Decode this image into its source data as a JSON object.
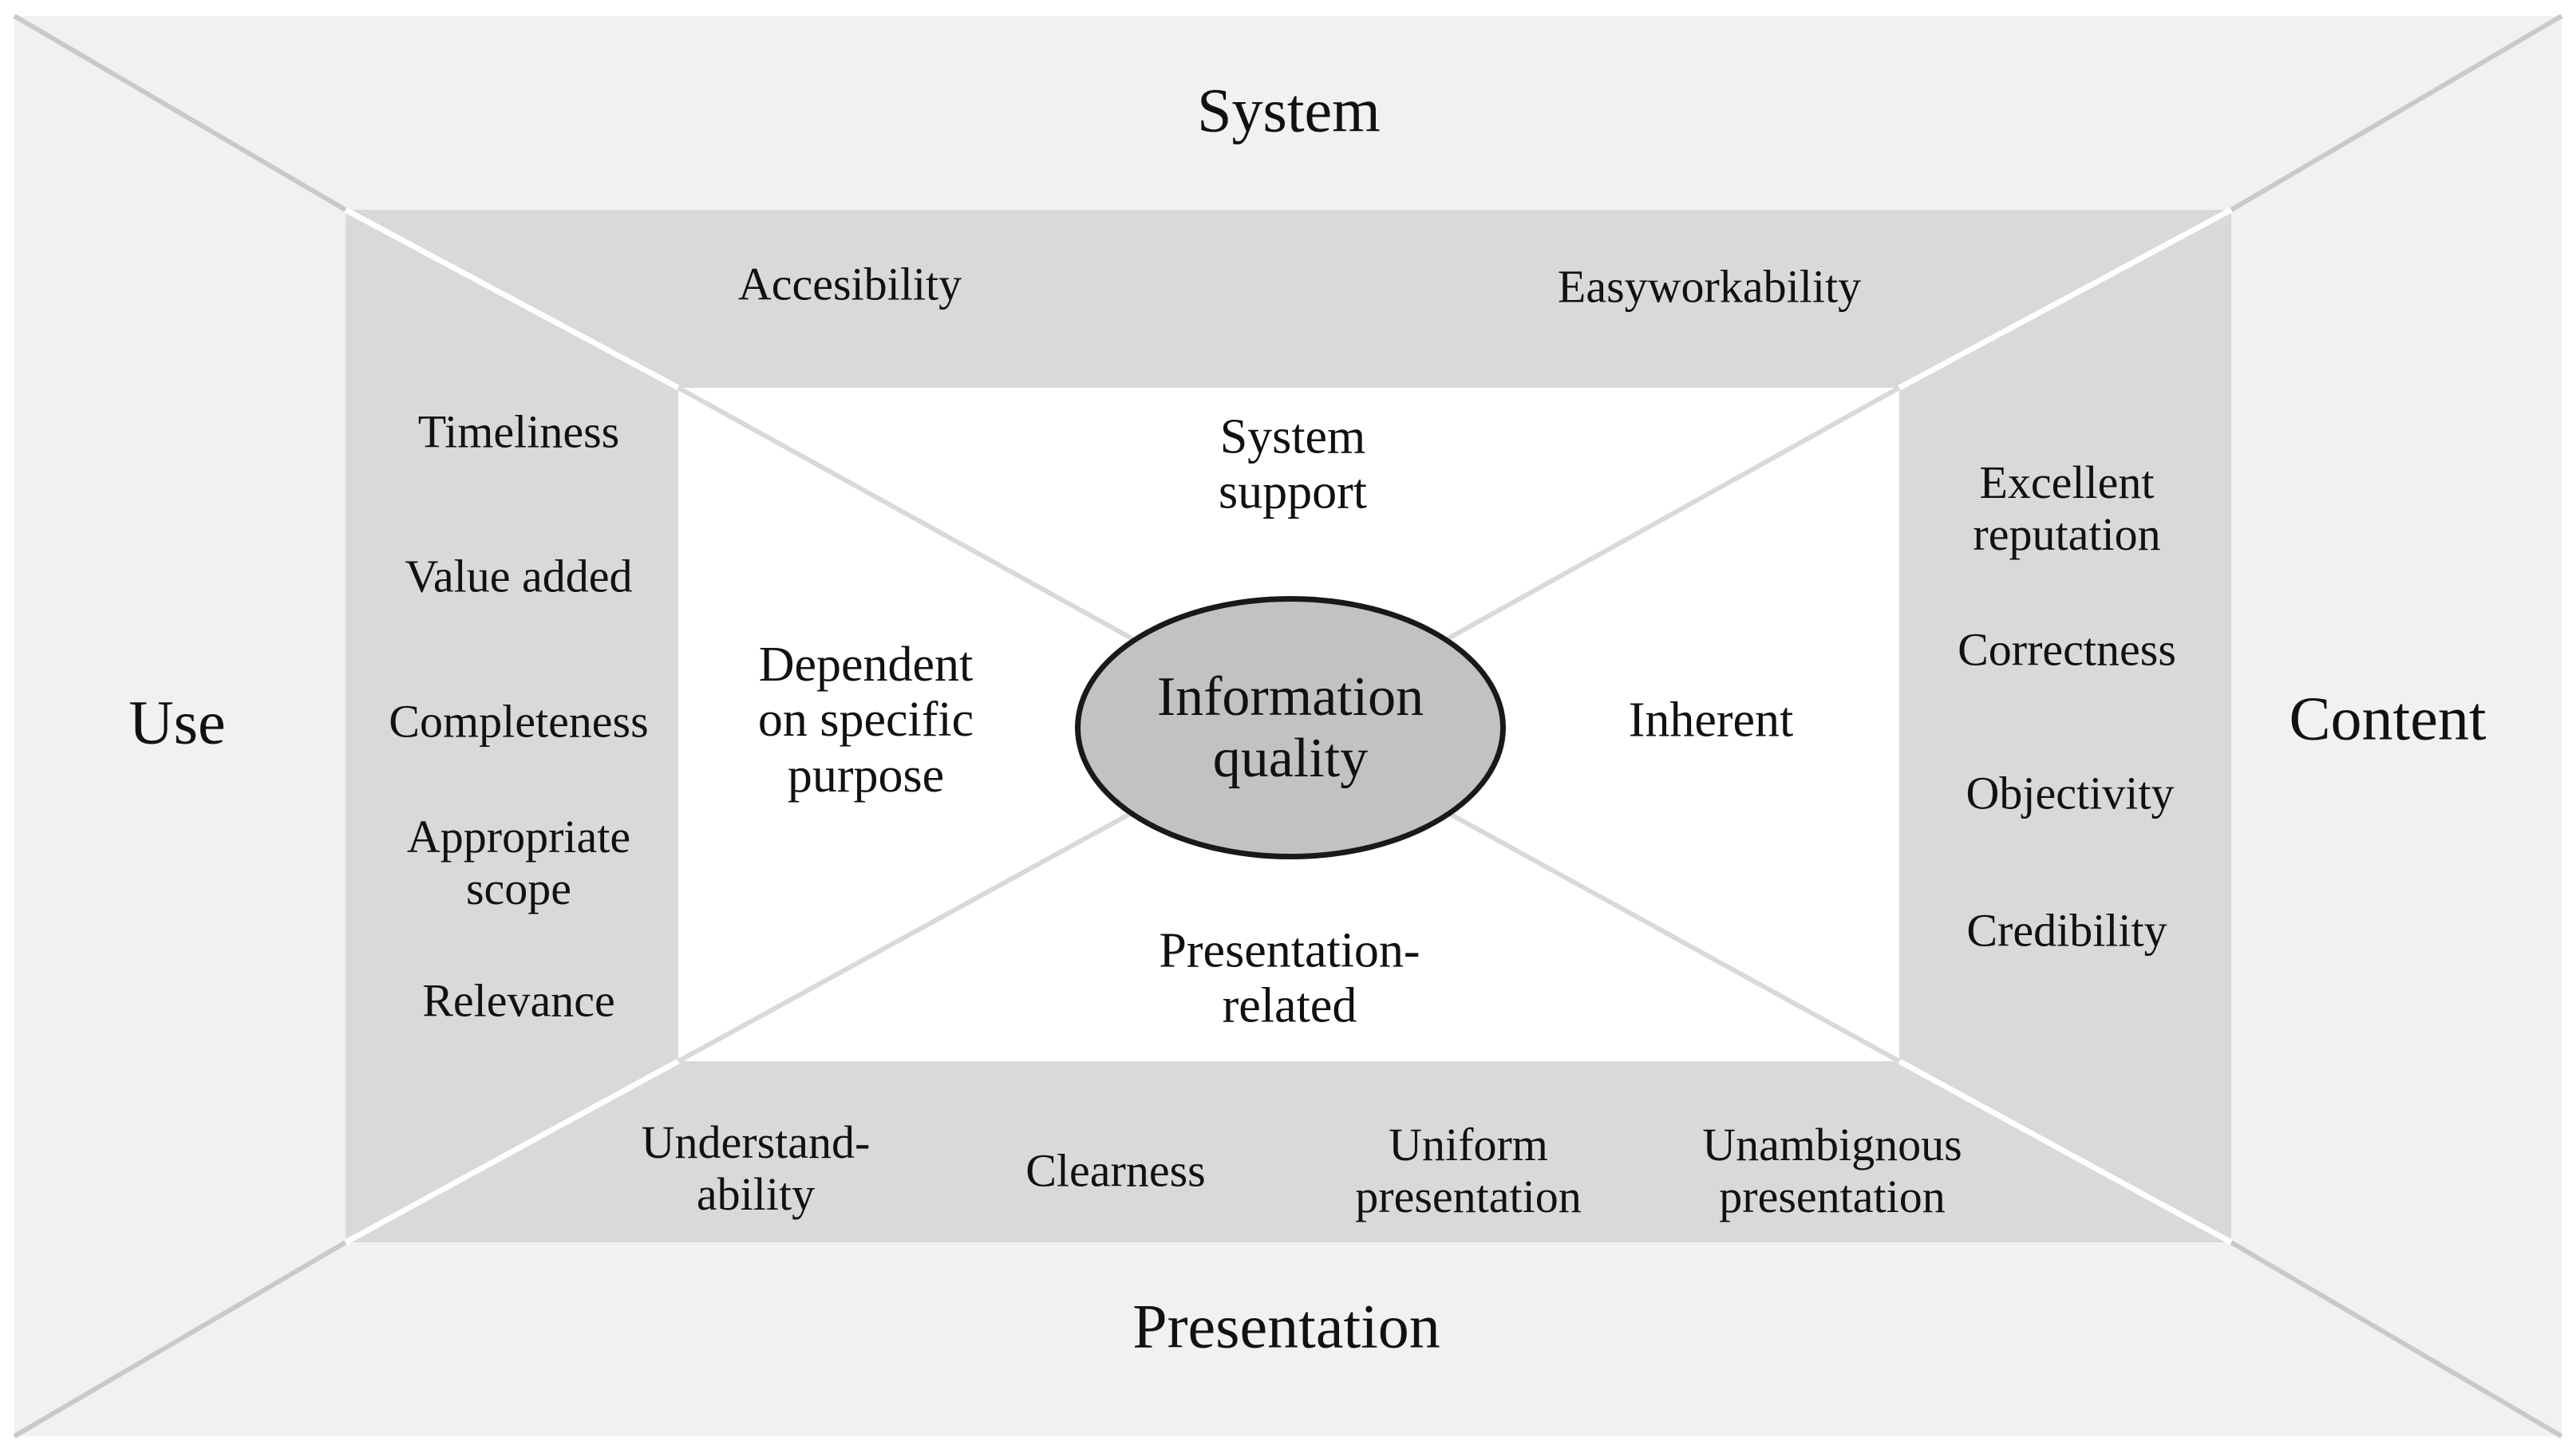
{
  "diagram": {
    "title_hint": "Information quality framework diagram",
    "center": {
      "label": "Information\nquality"
    },
    "outer": {
      "top": "System",
      "left": "Use",
      "right": "Content",
      "bottom": "Presentation"
    },
    "quadrants": {
      "top": "System\nsupport",
      "left": "Dependent\non specific\npurpose",
      "right": "Inherent",
      "bottom": "Presentation-\nrelated"
    },
    "attributes": {
      "system": [
        "Accesibility",
        "Easyworkability"
      ],
      "use": [
        "Timeliness",
        "Value added",
        "Completeness",
        "Appropriate\nscope",
        "Relevance"
      ],
      "content": [
        "Excellent\nreputation",
        "Correctness",
        "Objectivity",
        "Credibility"
      ],
      "presentation": [
        "Understand-\nability",
        "Clearness",
        "Uniform\npresentation",
        "Unambignous\npresentation"
      ]
    },
    "colors": {
      "outer_background": "#f1f1f1",
      "band_background": "#d9d9d9",
      "inner_background": "#ffffff",
      "ellipse_fill": "#c2c2c2",
      "ellipse_stroke": "#191919",
      "outer_diagonal": "#c9c9c9",
      "band_diagonal": "#ffffff",
      "inner_diagonal": "#d9d9d9",
      "text": "#111111"
    }
  }
}
